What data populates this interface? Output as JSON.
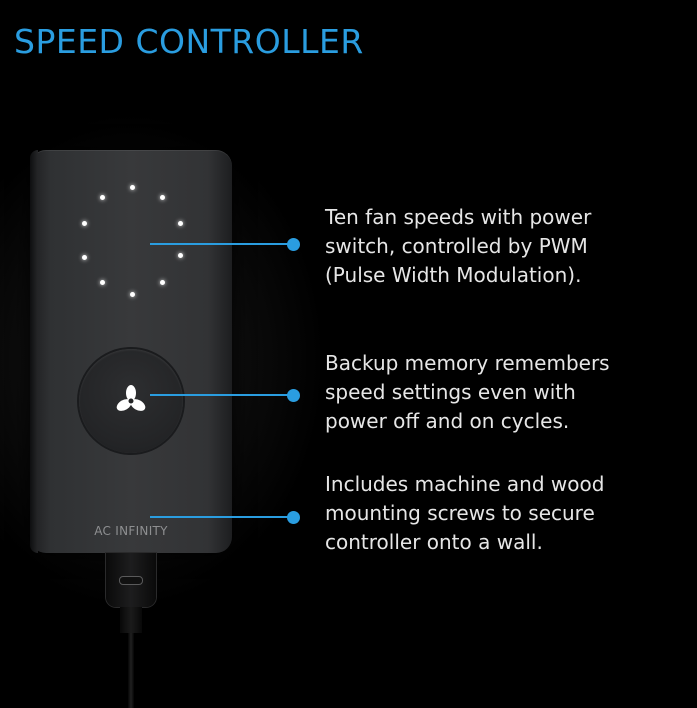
{
  "title": "SPEED CONTROLLER",
  "accent_color": "#2a9de0",
  "device": {
    "brand_label": "AC INFINITY",
    "led_count": 10,
    "center_button_icon": "fan-icon",
    "port_icon": "usb-c-port-icon"
  },
  "callouts": [
    {
      "text": "Ten fan speeds with power\nswitch, controlled by PWM\n(Pulse Width Modulation)."
    },
    {
      "text": "Backup memory remembers\nspeed settings even with\npower off and on cycles."
    },
    {
      "text": "Includes machine and wood\nmounting screws to secure\ncontroller onto a wall."
    }
  ]
}
